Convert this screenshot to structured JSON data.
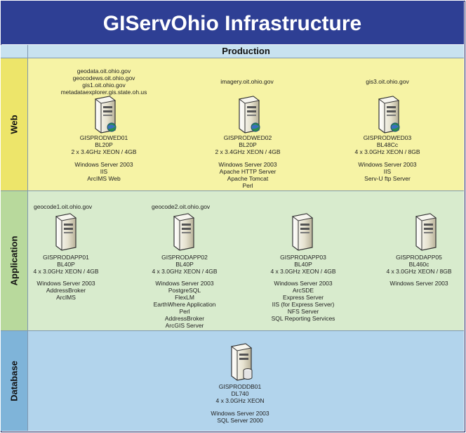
{
  "title": "GIServOhio Infrastructure",
  "production_label": "Production",
  "tiers": {
    "web": "Web",
    "application": "Application",
    "database": "Database"
  },
  "web_servers": [
    {
      "hostnames": [
        "geodata.oit.ohio.gov",
        "geocodews.oit.ohio.gov",
        "gis1.oit.ohio.gov",
        "metadataexplorer.gis.state.oh.us"
      ],
      "name": "GISPRODWED01",
      "model": "BL20P",
      "cpu": "2 x 3.4GHz XEON / 4GB",
      "software": [
        "Windows Server 2003",
        "IIS",
        "ArcIMS Web"
      ]
    },
    {
      "hostnames": [
        "imagery.oit.ohio.gov"
      ],
      "name": "GISPRODWED02",
      "model": "BL20P",
      "cpu": "2 x 3.4GHz XEON / 4GB",
      "software": [
        "Windows Server 2003",
        "Apache HTTP Server",
        "Apache Tomcat",
        "Perl"
      ]
    },
    {
      "hostnames": [
        "gis3.oit.ohio.gov"
      ],
      "name": "GISPRODWED03",
      "model": "BL48Cc",
      "cpu": "4 x 3.0GHz XEON / 8GB",
      "software": [
        "Windows Server 2003",
        "IIS",
        "Serv-U ftp Server"
      ]
    }
  ],
  "app_servers": [
    {
      "hostnames": [
        "geocode1.oit.ohio.gov"
      ],
      "name": "GISPRODAPP01",
      "model": "BL40P",
      "cpu": "4 x 3.0GHz XEON / 4GB",
      "software": [
        "Windows Server 2003",
        "AddressBroker",
        "ArcIMS"
      ]
    },
    {
      "hostnames": [
        "geocode2.oit.ohio.gov"
      ],
      "name": "GISPRODAPP02",
      "model": "BL40P",
      "cpu": "4 x 3.0GHz XEON / 4GB",
      "software": [
        "Windows Server 2003",
        "PostgreSQL",
        "FlexLM",
        "EarthWhere Application",
        "Perl",
        "AddressBroker",
        "ArcGIS Server"
      ]
    },
    {
      "hostnames": [],
      "name": "GISPRODAPP03",
      "model": "BL40P",
      "cpu": "4 x 3.0GHz XEON / 4GB",
      "software": [
        "Windows Server 2003",
        "ArcSDE",
        "Express Server",
        "IIS (for Express Server)",
        "NFS Server",
        "SQL Reporting Services"
      ]
    },
    {
      "hostnames": [],
      "name": "GISPRODAPP05",
      "model": "BL460c",
      "cpu": "4 x 3.0GHz XEON / 8GB",
      "software": [
        "Windows Server 2003"
      ]
    }
  ],
  "db_server": {
    "name": "GISPRODDB01",
    "model": "DL740",
    "cpu": "4 x 3.0GHz XEON",
    "software": [
      "Windows Server 2003",
      "SQL Server 2000"
    ]
  }
}
